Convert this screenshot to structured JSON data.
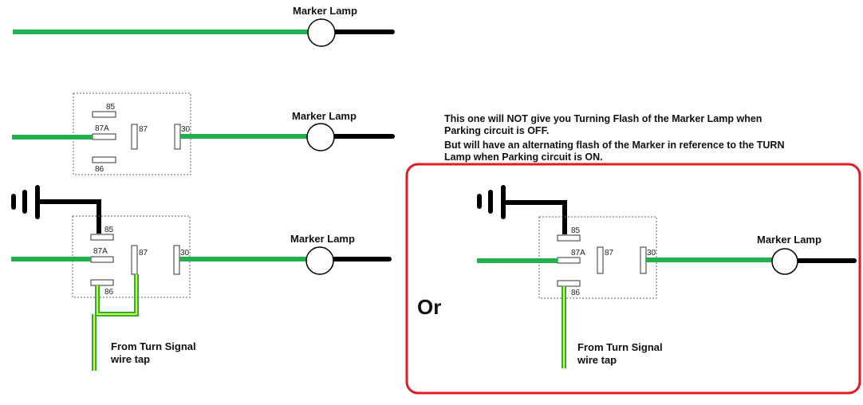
{
  "labels": {
    "marker_lamp": "Marker Lamp",
    "from_turn_signal": "From Turn Signal",
    "wire_tap": "wire tap",
    "or": "Or"
  },
  "pins": {
    "p85": "85",
    "p87a": "87A",
    "p87": "87",
    "p30": "30",
    "p86": "86"
  },
  "note": {
    "line1": "This one will NOT give you Turning Flash of the Marker Lamp when",
    "line2": "Parking circuit is OFF.",
    "line3": "But will have an alternating flash of the Marker in reference to the TURN",
    "line4": "Lamp  when Parking circuit is ON."
  },
  "colors": {
    "green_wire": "#22b14c",
    "black_wire": "#000000",
    "yellow_stripe": "#f0f020",
    "highlight_box": "#e01b24"
  }
}
